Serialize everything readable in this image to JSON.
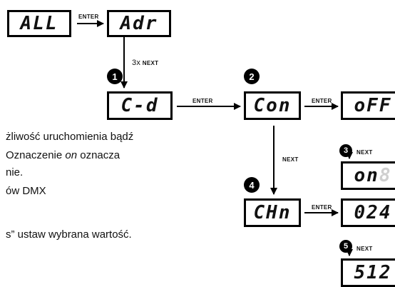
{
  "displays": {
    "all": {
      "text": "ALL",
      "dim": ""
    },
    "adr": {
      "text": "Adr",
      "dim": ""
    },
    "cd": {
      "text": "C-d",
      "dim": ""
    },
    "con": {
      "text": "Con",
      "dim": ""
    },
    "off": {
      "text": "oFF",
      "dim": ""
    },
    "on": {
      "text": "on",
      "dim": "8"
    },
    "chn": {
      "text": "CHn",
      "dim": ""
    },
    "ch024": {
      "text": "024",
      "dim": ""
    },
    "ch512": {
      "text": "512",
      "dim": ""
    }
  },
  "labels": {
    "enter": "ENTER",
    "next": "NEXT",
    "three_x": "3x",
    "three_x_next": "NEXT"
  },
  "steps": [
    "1",
    "2",
    "3",
    "4",
    "5"
  ],
  "paragraph": {
    "line1": "żliwość uruchomienia bądź",
    "line2_a": "Oznaczenie ",
    "line2_b": "on",
    "line2_c": " oznacza",
    "line3": "nie.",
    "line4": "ów DMX",
    "line5": "s” ustaw wybrana wartość."
  }
}
